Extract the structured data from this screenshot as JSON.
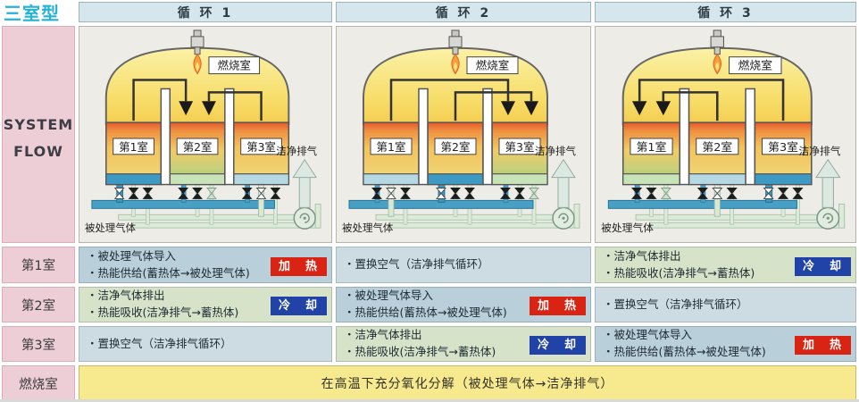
{
  "title": "三室型",
  "sidebar": {
    "system_flow_line1": "SYSTEM",
    "system_flow_line2": "FLOW",
    "rows": [
      "第1室",
      "第2室",
      "第3室"
    ],
    "combustion": "燃烧室"
  },
  "cycles": [
    {
      "header": "循 环 1",
      "intake": 0,
      "output": 1,
      "purge": 2
    },
    {
      "header": "循 环 2",
      "intake": 1,
      "output": 2,
      "purge": 0
    },
    {
      "header": "循 环 3",
      "intake": 2,
      "output": 0,
      "purge": 1
    }
  ],
  "diagram": {
    "chambers": [
      "第1室",
      "第2室",
      "第3室"
    ],
    "combustion_chamber": "燃烧室",
    "inlet_label": "被处理气体",
    "outlet_label": "洁净排气"
  },
  "table": {
    "rows": [
      {
        "label": "第1室",
        "cells": [
          {
            "kind": "heat",
            "lines": [
              "・被处理气体导入",
              "・热能供给(蓄热体→被处理气体)"
            ],
            "badge": "加　热"
          },
          {
            "kind": "swap",
            "lines": [
              "・置换空气（洁净排气循环）"
            ]
          },
          {
            "kind": "cool",
            "lines": [
              "・洁净气体排出",
              "・热能吸收(洁净排气→蓄热体)"
            ],
            "badge": "冷　却"
          }
        ]
      },
      {
        "label": "第2室",
        "cells": [
          {
            "kind": "cool",
            "lines": [
              "・洁净气体排出",
              "・热能吸收(洁净排气→蓄热体)"
            ],
            "badge": "冷　却"
          },
          {
            "kind": "heat",
            "lines": [
              "・被处理气体导入",
              "・热能供给(蓄热体→被处理气体)"
            ],
            "badge": "加　热"
          },
          {
            "kind": "swap",
            "lines": [
              "・置换空气（洁净排气循环）"
            ]
          }
        ]
      },
      {
        "label": "第3室",
        "cells": [
          {
            "kind": "swap",
            "lines": [
              "・置换空气（洁净排气循环）"
            ]
          },
          {
            "kind": "cool",
            "lines": [
              "・洁净气体排出",
              "・热能吸收(洁净排气→蓄热体)"
            ],
            "badge": "冷　却"
          },
          {
            "kind": "heat",
            "lines": [
              "・被处理气体导入",
              "・热能供给(蓄热体→被处理气体)"
            ],
            "badge": "加　热"
          }
        ]
      }
    ],
    "combustion_row": {
      "label": "燃烧室",
      "text": "在高温下充分氧化分解（被处理气体→洁净排气）"
    }
  },
  "colors": {
    "title": "#25b2d6",
    "heat_cell": "#b9cfda",
    "cool_cell": "#d7e3c9",
    "swap_cell": "#cddce3",
    "heat_badge": "#d92313",
    "cool_badge": "#2143a8",
    "combustion_cell": "#f6e98e",
    "header_bg": "#d5e6ec",
    "sidebar_bg": "#edced6",
    "process_gas_pipe": "#49a0c5",
    "clean_exhaust_pipe": "#dcead8"
  }
}
